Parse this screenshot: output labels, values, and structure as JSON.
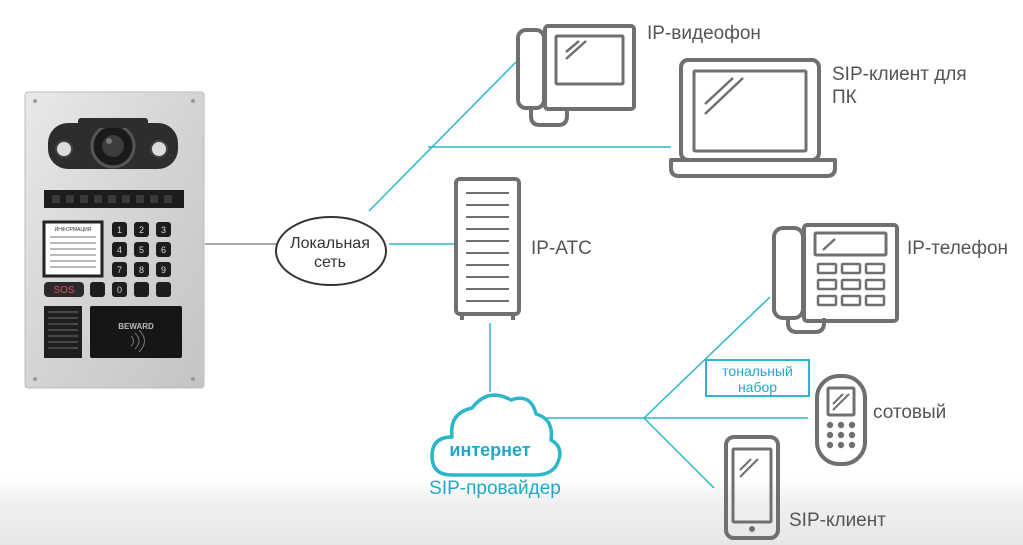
{
  "colors": {
    "link_line": "#2bb7c9",
    "device_stroke": "#707070",
    "accent_text": "#1fa9c9",
    "label_text": "#555555"
  },
  "labels": {
    "ip_videophone": "IP-видеофон",
    "sip_client_pc": "SIP-клиент для ПК",
    "ip_pbx": "IP-АТС",
    "ip_phone": "IP-телефон",
    "tone_dialing": "тональный набор",
    "mobile": "сотовый",
    "sip_client": "SIP-клиент",
    "local_network": "Локальная сеть",
    "internet": "интернет",
    "sip_provider": "SIP-провайдер"
  },
  "panel": {
    "brand": "BEWARD",
    "sos": "SOS",
    "keys": [
      "1",
      "2",
      "3",
      "4",
      "5",
      "6",
      "7",
      "8",
      "9",
      "0"
    ],
    "info_title": "ИНФОРМАЦИЯ"
  },
  "icons": {
    "intercom": "door-intercom-panel-image",
    "videophone": "videophone-icon",
    "laptop": "laptop-icon",
    "server": "server-tower-icon",
    "desk_phone": "desk-phone-icon",
    "cell_phone": "cell-phone-icon",
    "smartphone": "smartphone-icon",
    "cloud": "cloud-icon"
  }
}
